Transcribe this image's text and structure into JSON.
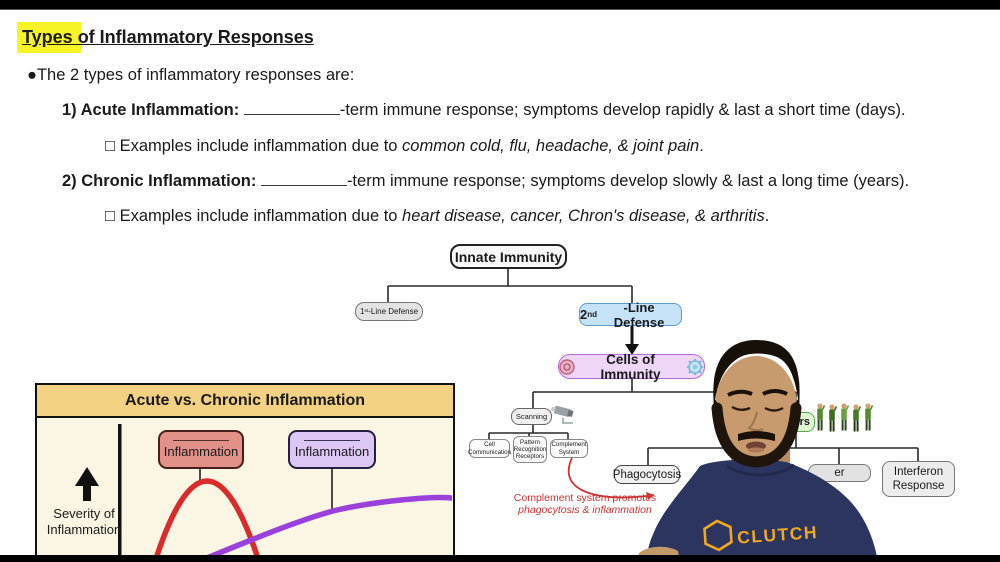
{
  "notes": {
    "title": "Types of Inflammatory Responses",
    "bullet_glyph": "●",
    "bullet_text": "The 2 types of inflammatory responses are:",
    "example_glyph": "□ ",
    "acute": {
      "label": "1) Acute Inflammation: ",
      "after_blank": "-term immune response; symptoms develop rapidly & last a short time (days).",
      "example_prefix": "Examples include inflammation due to ",
      "example_italic": "common cold, flu, headache, & joint pain",
      "example_end": "."
    },
    "chronic": {
      "label": "2) Chronic Inflammation: ",
      "after_blank": "-term immune response; symptoms develop slowly & last a long time (years).",
      "example_prefix": "Examples include inflammation due to ",
      "example_italic": "heart disease, cancer, Chron's disease, & arthritis",
      "example_end": "."
    }
  },
  "flowchart": {
    "innate": "Innate Immunity",
    "first_line": {
      "num": "1",
      "sup": "st",
      "rest": "-Line Defense"
    },
    "second_line": {
      "num": "2",
      "sup": "nd",
      "rest": "-Line Defense"
    },
    "cells": "Cells of Immunity",
    "scanning": "Scanning",
    "cell_communication": "Cell Communication",
    "pattern_recognition": "Pattern Recognition Receptors",
    "complement": "Complement System",
    "soldiers_partial_label": "rs",
    "phagocytosis": "Phagocytosis",
    "fever_partial_label": "er",
    "interferon": "Interferon Response",
    "note_red": {
      "line1": "Complement system promotes",
      "line2": "phagocytosis & inflammation",
      "color": "#cc3333"
    },
    "colors": {
      "second_line_fill": "#c5e2f7",
      "cells_fill": "#eed6f9",
      "soldiers_fill": "#def5d2"
    }
  },
  "chart": {
    "title": "Acute vs. Chronic Inflammation",
    "ylabel_line1": "Severity of",
    "ylabel_line2": "Inflammation",
    "acute_box_label": "Inflammation",
    "chronic_box_label": "Inflammation",
    "header_color": "#f2d183",
    "body_color": "#faf6e3",
    "acute_curve_color": "#d92b2b",
    "chronic_curve_color": "#9a41dc"
  },
  "chart_data": {
    "type": "line",
    "title": "Acute vs. Chronic Inflammation",
    "xlabel": "",
    "ylabel": "Severity of Inflammation",
    "grid": false,
    "legend": "none",
    "series": [
      {
        "name": "Acute Inflammation",
        "color": "#d92b2b",
        "x": [
          1.0,
          1.4,
          1.8,
          2.2,
          2.6
        ],
        "y": [
          0.0,
          0.55,
          1.0,
          0.55,
          0.0
        ]
      },
      {
        "name": "Chronic Inflammation",
        "color": "#9a41dc",
        "x": [
          1.3,
          2.6,
          4.0,
          6.0,
          8.0,
          10.0
        ],
        "y": [
          0.0,
          0.18,
          0.35,
          0.52,
          0.62,
          0.67
        ]
      }
    ],
    "xlim": [
      0,
      10
    ],
    "ylim": [
      0,
      1.1
    ],
    "annotations": [
      {
        "text": "Inflammation",
        "box_fill": "#e29189",
        "points_to": "acute peak"
      },
      {
        "text": "Inflammation",
        "box_fill": "#dcc6f4",
        "points_to": "chronic curve"
      }
    ]
  },
  "person": {
    "shirt_text": "CLUTCH",
    "shirt_color": "#2b3560",
    "logo_color": "#f0a81c",
    "skin_color": "#c79b6e",
    "hair_color": "#171008"
  }
}
